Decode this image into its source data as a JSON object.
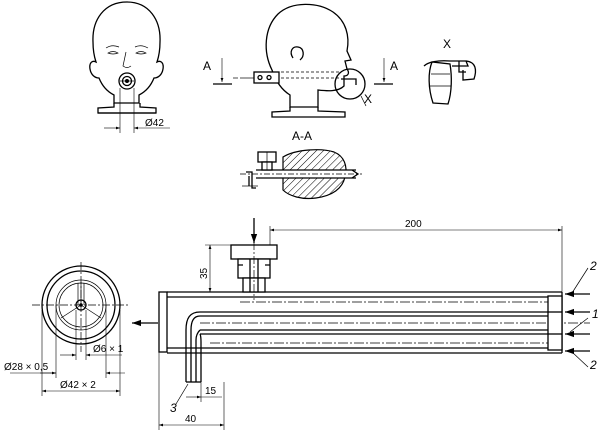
{
  "labels": {
    "section_a_left": "A",
    "section_a_right": "A",
    "detail_marker": "X",
    "detail_title": "X",
    "section_title": "A-A",
    "dim_head_diameter": "Ø42",
    "dim_200": "200",
    "dim_35": "35",
    "dim_15": "15",
    "dim_40": "40",
    "dim_tube_6x1": "Ø6 × 1",
    "dim_tube_28": "Ø28 × 0,5",
    "dim_tube_42": "Ø42 × 2",
    "callout_2_top": "2",
    "callout_1": "1",
    "callout_2_bottom": "2",
    "callout_3": "3"
  },
  "colors": {
    "line": "#000000",
    "background": "#ffffff"
  }
}
